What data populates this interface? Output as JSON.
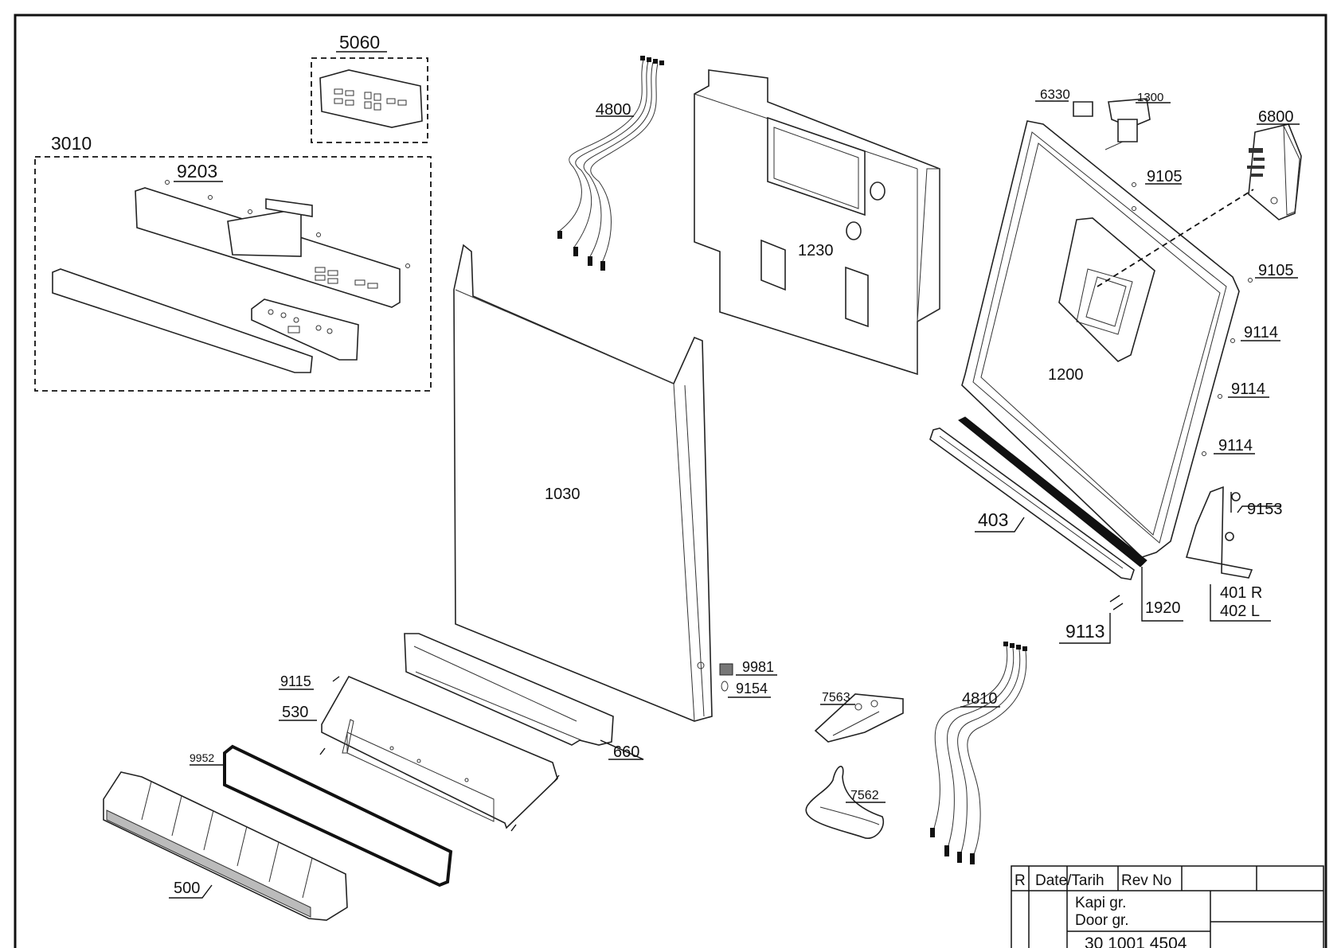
{
  "drawing": {
    "title_block": {
      "col_r": "R",
      "col_date": "Date/Tarih",
      "col_rev": "Rev No",
      "description_tr": "Kapi gr.",
      "description_en": "Door gr.",
      "drawing_number": "30 1001 4504"
    },
    "labels": {
      "l5060": "5060",
      "l3010": "3010",
      "l9203": "9203",
      "l4800": "4800",
      "l1230": "1230",
      "l6330": "6330",
      "l1300": "1300",
      "l6800": "6800",
      "l9105a": "9105",
      "l9105b": "9105",
      "l1200": "1200",
      "l9114a": "9114",
      "l9114b": "9114",
      "l9114c": "9114",
      "l9153": "9153",
      "l403": "403",
      "l1920": "1920",
      "l401": "401 R",
      "l402": "402 L",
      "l9113": "9113",
      "l1030": "1030",
      "l9981": "9981",
      "l9154": "9154",
      "l9115": "9115",
      "l530": "530",
      "l660": "660",
      "l7563": "7563",
      "l4810": "4810",
      "l7562": "7562",
      "l9952": "9952",
      "l500": "500"
    }
  }
}
